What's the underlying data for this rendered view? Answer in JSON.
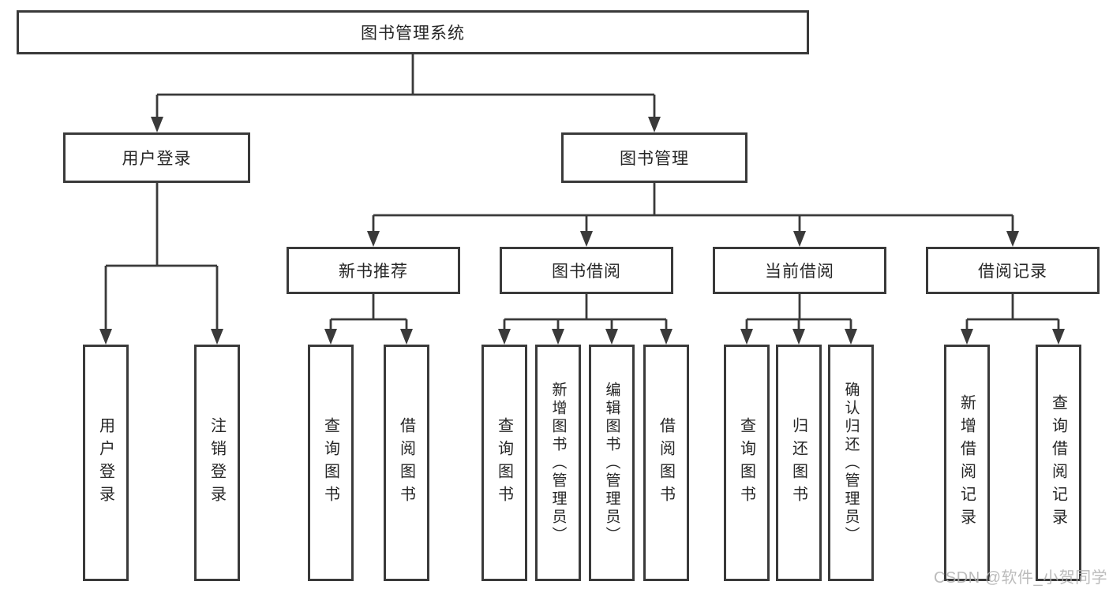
{
  "diagram": {
    "root": {
      "label": "图书管理系统"
    },
    "level2": [
      {
        "label": "用户登录"
      },
      {
        "label": "图书管理"
      }
    ],
    "level3": [
      {
        "label": "新书推荐"
      },
      {
        "label": "图书借阅"
      },
      {
        "label": "当前借阅"
      },
      {
        "label": "借阅记录"
      }
    ],
    "leaves": {
      "user_login": [
        "用户登录",
        "注销登录"
      ],
      "new_books": [
        "查询图书",
        "借阅图书"
      ],
      "book_borrow": [
        "查询图书",
        "新增图书（管理员）",
        "编辑图书（管理员）",
        "借阅图书"
      ],
      "current_borrow": [
        "查询图书",
        "归还图书",
        "确认归还（管理员）"
      ],
      "borrow_records": [
        "新增借阅记录",
        "查询借阅记录"
      ]
    }
  },
  "watermark": {
    "text": "CSDN @软件_小贺同学"
  },
  "colors": {
    "line": "#3a3a3a",
    "text": "#262626",
    "watermark": "#b0b0b0",
    "background": "#ffffff"
  }
}
